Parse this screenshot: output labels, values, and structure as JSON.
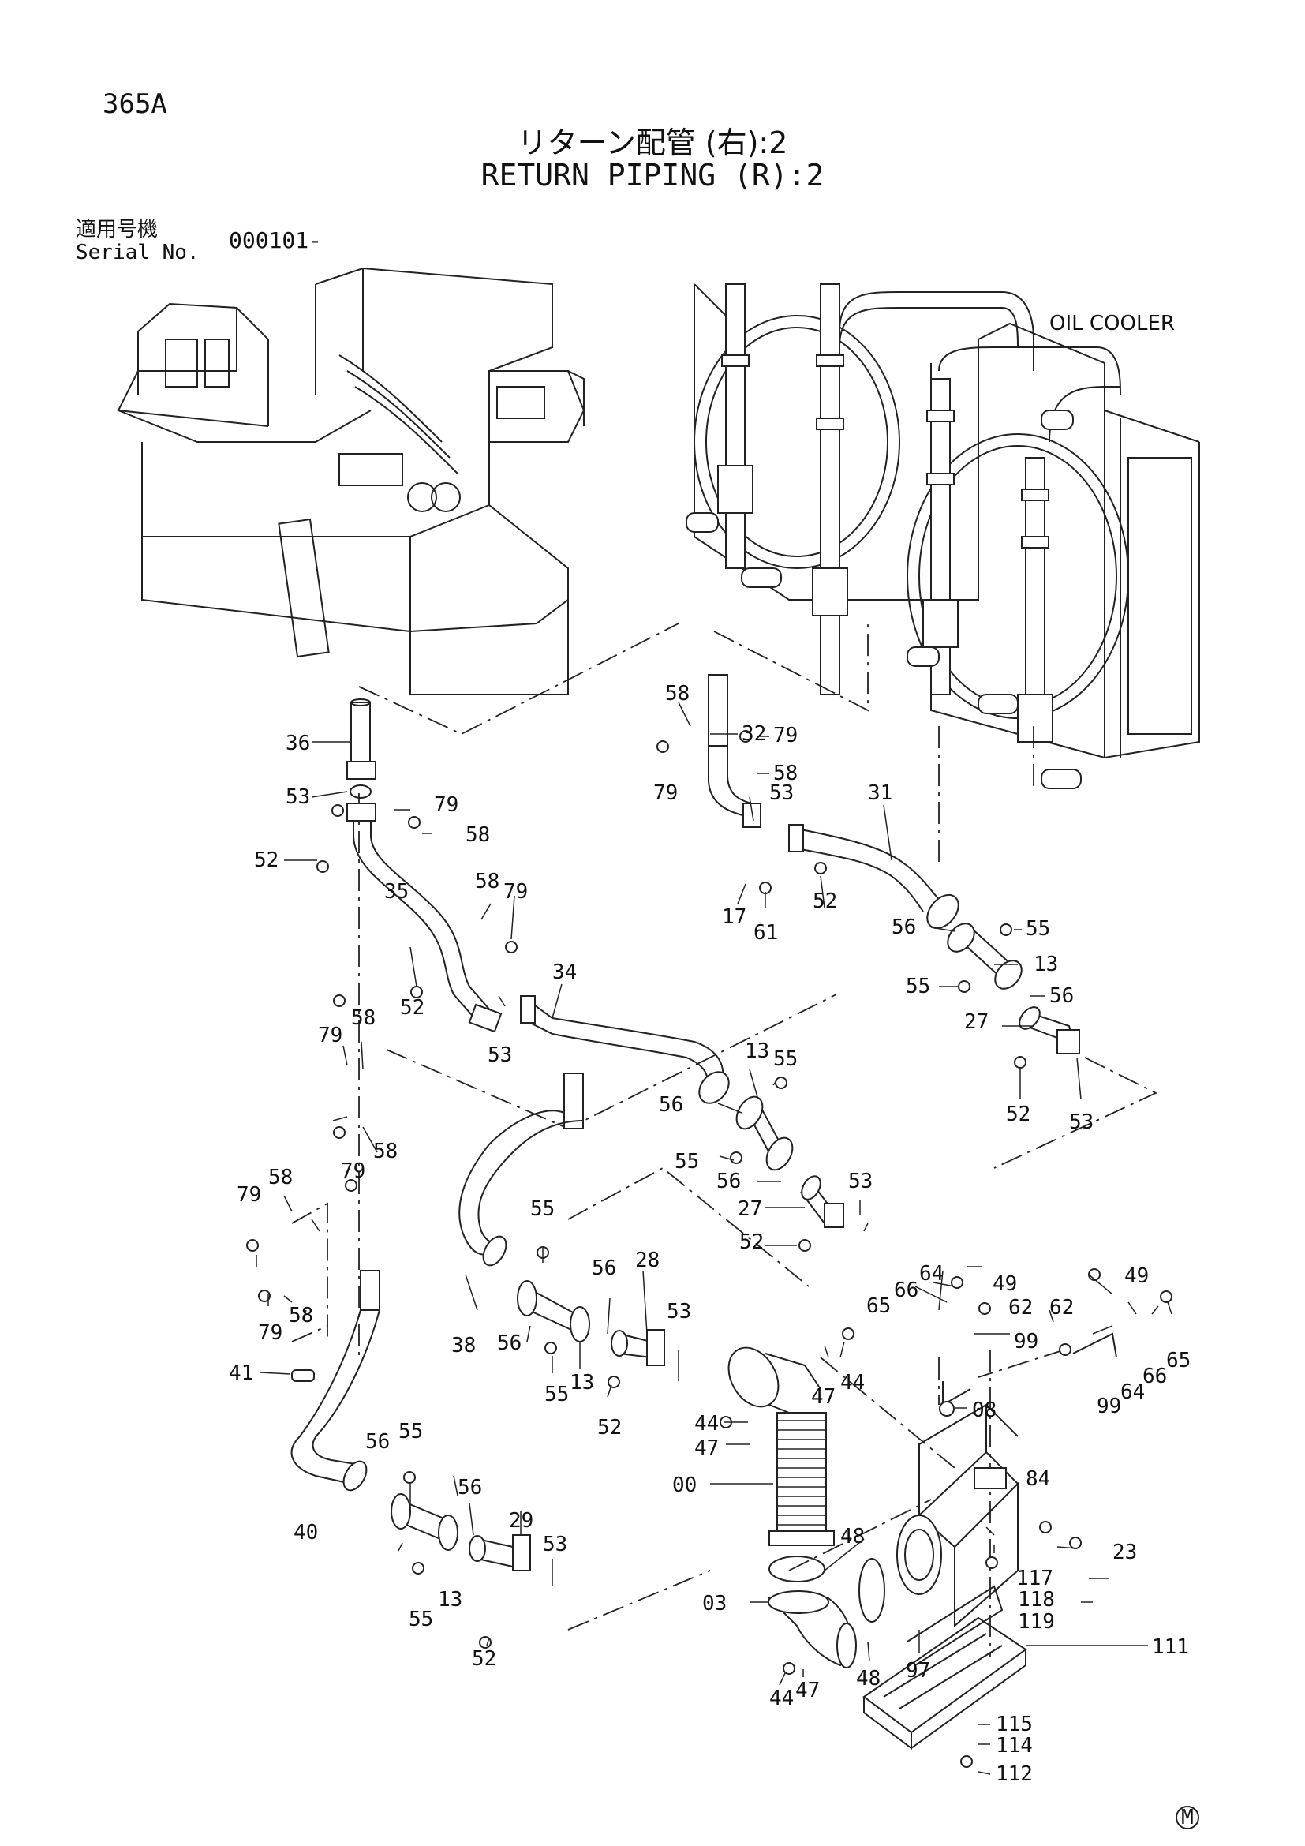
{
  "header": {
    "page_code": "365A",
    "title_jp": "リターン配管 (右):2",
    "title_en": "RETURN PIPING (R):2",
    "serial_label_jp": "適用号機",
    "serial_label_en": "Serial No.",
    "serial_value": "000101-"
  },
  "diagram": {
    "oil_cooler_label": "OIL COOLER",
    "callouts": [
      "36",
      "53",
      "79",
      "58",
      "52",
      "35",
      "58",
      "79",
      "52",
      "53",
      "34",
      "58",
      "32",
      "79",
      "79",
      "58",
      "53",
      "31",
      "17",
      "61",
      "52",
      "56",
      "55",
      "13",
      "55",
      "56",
      "27",
      "52",
      "53",
      "79",
      "58",
      "79",
      "58",
      "13",
      "55",
      "56",
      "55",
      "56",
      "27",
      "53",
      "52",
      "58",
      "79",
      "79",
      "58",
      "79",
      "55",
      "56",
      "28",
      "53",
      "38",
      "56",
      "13",
      "55",
      "52",
      "41",
      "40",
      "56",
      "55",
      "56",
      "29",
      "53",
      "13",
      "55",
      "52",
      "64",
      "66",
      "65",
      "49",
      "62",
      "99",
      "62",
      "49",
      "99",
      "64",
      "66",
      "65",
      "47",
      "44",
      "08",
      "44",
      "47",
      "00",
      "48",
      "84",
      "23",
      "117",
      "118",
      "119",
      "03",
      "48",
      "97",
      "44",
      "47",
      "111",
      "115",
      "114",
      "112"
    ],
    "mark": "M"
  }
}
